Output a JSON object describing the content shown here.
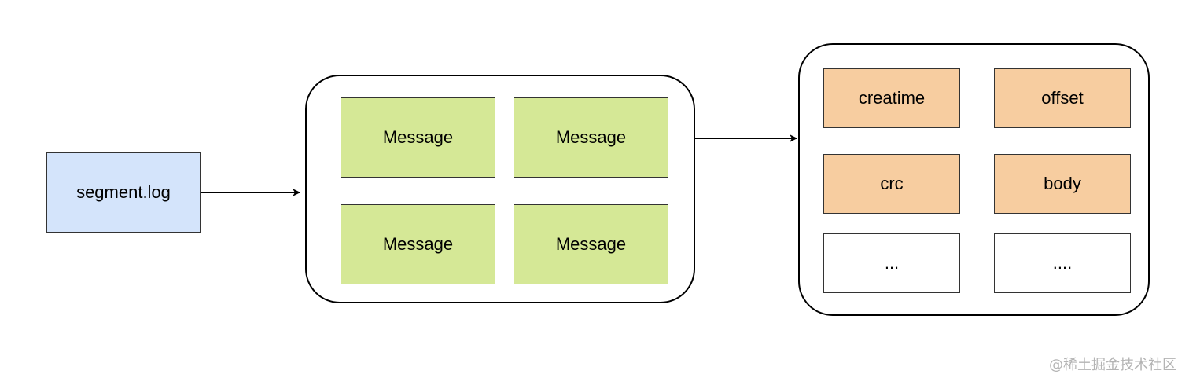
{
  "source": {
    "label": "segment.log",
    "fill": "#d4e4fb"
  },
  "messages": {
    "fill": "#d5e896",
    "items": [
      "Message",
      "Message",
      "Message",
      "Message"
    ]
  },
  "fields": {
    "fill": "#f7cda0",
    "items": [
      "creatime",
      "offset",
      "crc",
      "body",
      "...",
      "...."
    ]
  },
  "watermark": "@稀土掘金技术社区"
}
